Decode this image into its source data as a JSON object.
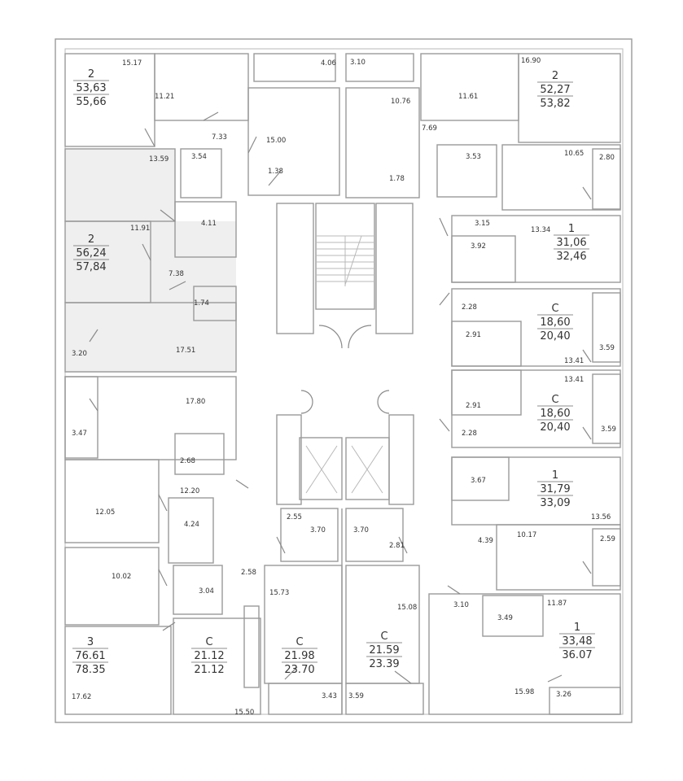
{
  "plan": {
    "shaded_color": "#efefef",
    "wall_color": "#9a9a9a"
  },
  "units": [
    {
      "rooms": "2",
      "living": "53,63",
      "total": "55,66"
    },
    {
      "rooms": "2",
      "living": "56,24",
      "total": "57,84"
    },
    {
      "rooms": "3",
      "living": "76.61",
      "total": "78.35"
    },
    {
      "rooms": "С",
      "living": "21.12",
      "total": "21.12"
    },
    {
      "rooms": "С",
      "living": "21.98",
      "total": "23.70"
    },
    {
      "rooms": "С",
      "living": "21.59",
      "total": "23.39"
    },
    {
      "rooms": "1",
      "living": "33,48",
      "total": "36.07"
    },
    {
      "rooms": "1",
      "living": "31,79",
      "total": "33,09"
    },
    {
      "rooms": "С",
      "living": "18,60",
      "total": "20,40"
    },
    {
      "rooms": "С",
      "living": "18,60",
      "total": "20,40"
    },
    {
      "rooms": "1",
      "living": "31,06",
      "total": "32,46"
    },
    {
      "rooms": "2",
      "living": "52,27",
      "total": "53,82"
    }
  ],
  "room_areas": [
    "15.17",
    "11.21",
    "4.06",
    "7.33",
    "15.00",
    "3.54",
    "1.38",
    "13.59",
    "4.11",
    "11.91",
    "7.38",
    "1.74",
    "3.20",
    "17.51",
    "3.10",
    "16.90",
    "10.76",
    "11.61",
    "7.69",
    "3.53",
    "10.65",
    "2.80",
    "1.78",
    "3.15",
    "13.34",
    "3.92",
    "2.28",
    "2.91",
    "3.59",
    "13.41",
    "13.41",
    "17.80",
    "3.47",
    "2.68",
    "12.20",
    "12.05",
    "4.24",
    "2.55",
    "3.70",
    "10.02",
    "2.58",
    "3.04",
    "15.73",
    "17.62",
    "15.50",
    "3.43",
    "2.91",
    "3.59",
    "2.28",
    "3.67",
    "13.56",
    "3.70",
    "2.81",
    "4.39",
    "10.17",
    "2.59",
    "3.10",
    "11.87",
    "15.08",
    "3.49",
    "3.59",
    "15.98",
    "3.26"
  ]
}
